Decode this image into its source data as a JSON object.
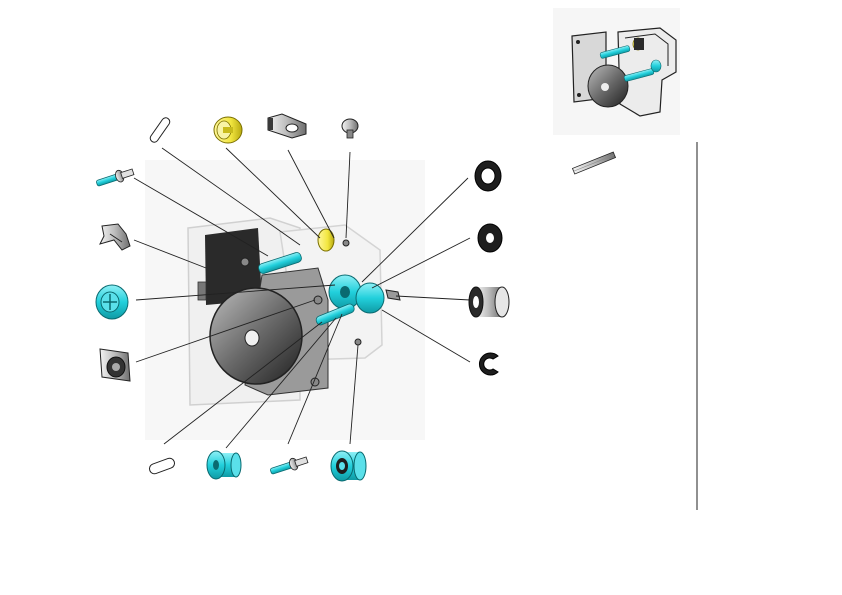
{
  "diagram": {
    "type": "exploded-assembly-view",
    "colors": {
      "accent_cyan": "#22d0dc",
      "accent_yellow": "#f2e640",
      "outline": "#1a1a1a",
      "motor_gray": "#5a5a5a",
      "plate_light": "#ececec",
      "leader": "#222222"
    },
    "parts": [
      {
        "name": "cotter-pin-top",
        "icon": "pin-icon"
      },
      {
        "name": "yellow-bushing",
        "icon": "bushing-icon"
      },
      {
        "name": "bracket-link",
        "icon": "bracket-icon"
      },
      {
        "name": "small-rivet",
        "icon": "rivet-icon"
      },
      {
        "name": "cyan-shoulder-screw-left",
        "icon": "screw-icon"
      },
      {
        "name": "spring-clip",
        "icon": "clip-icon"
      },
      {
        "name": "cyan-gear-hub",
        "icon": "gear-hub-icon"
      },
      {
        "name": "motor-mount-plate",
        "icon": "mount-icon"
      },
      {
        "name": "flat-washer-large",
        "icon": "washer-icon"
      },
      {
        "name": "flat-washer-small",
        "icon": "washer-icon"
      },
      {
        "name": "roller-sleeve",
        "icon": "sleeve-icon"
      },
      {
        "name": "e-ring-retainer",
        "icon": "e-ring-icon"
      },
      {
        "name": "cotter-pin-bottom",
        "icon": "pin-icon"
      },
      {
        "name": "cyan-bushing-bottom",
        "icon": "bushing-icon"
      },
      {
        "name": "cyan-shoulder-screw-bottom",
        "icon": "screw-icon"
      },
      {
        "name": "cyan-knurled-wheel",
        "icon": "wheel-icon"
      }
    ],
    "reference_tool": "hex-rod-icon"
  }
}
